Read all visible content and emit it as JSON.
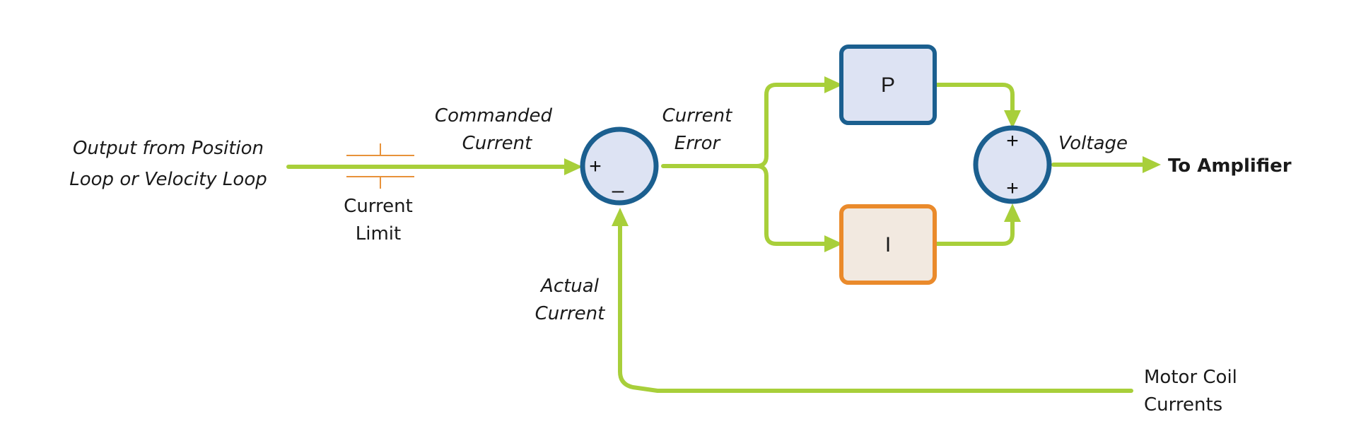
{
  "labels": {
    "input_line1": "Output from Position",
    "input_line2": "Loop or Velocity Loop",
    "limit_line1": "Current",
    "limit_line2": "Limit",
    "commanded_line1": "Commanded",
    "commanded_line2": "Current",
    "error_line1": "Current",
    "error_line2": "Error",
    "actual_line1": "Actual",
    "actual_line2": "Current",
    "voltage": "Voltage",
    "output": "To Amplifier",
    "motor_line1": "Motor Coil",
    "motor_line2": "Currents"
  },
  "blocks": {
    "p_label": "P",
    "i_label": "I"
  },
  "junctions": {
    "sub_plus": "+",
    "sub_minus": "–",
    "sum_plus_top": "+",
    "sum_plus_bottom": "+"
  },
  "colors": {
    "wire": "#a8cf3a",
    "junction_stroke": "#1b5f8f",
    "junction_fill": "#dde3f3",
    "p_stroke": "#1b5f8f",
    "p_fill": "#dde3f3",
    "i_stroke": "#ea8a2b",
    "i_fill": "#f2e9e0",
    "limit_mark": "#e8923a"
  }
}
